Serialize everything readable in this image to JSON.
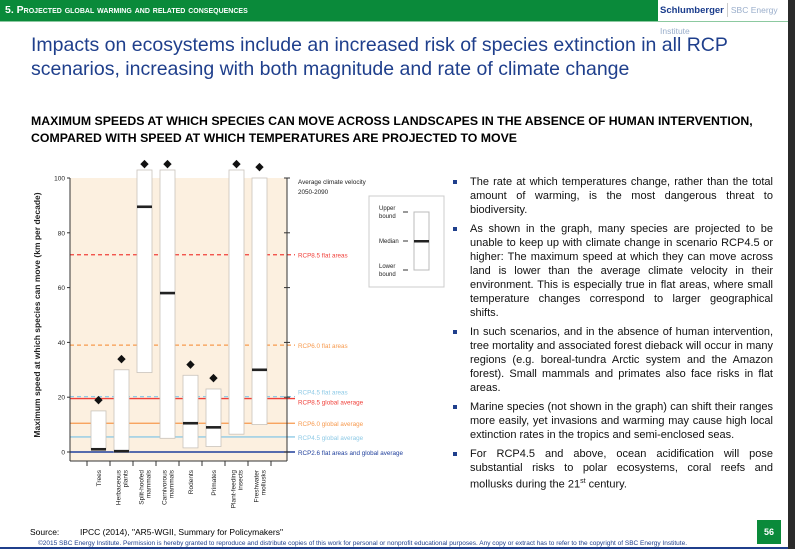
{
  "header": {
    "section": "5. Projected global warming and related consequences",
    "logo_brand": "Schlumberger",
    "logo_institute": "SBC Energy Institute"
  },
  "title": "Impacts on ecosystems include an increased risk of species extinction in all RCP scenarios, increasing with both magnitude and rate of climate change",
  "subtitle": "MAXIMUM SPEEDS AT WHICH SPECIES CAN MOVE ACROSS LANDSCAPES IN THE ABSENCE OF HUMAN INTERVENTION, COMPARED WITH SPEED AT WHICH TEMPERATURES ARE PROJECTED TO MOVE",
  "bullets": [
    "The rate at which temperatures change, rather than the total amount of warming, is the most dangerous threat to biodiversity.",
    "As shown in the graph, many species are projected to be unable to keep up with climate change in scenario RCP4.5 or higher: The maximum speed at which they can move across land is lower than the average climate velocity in their environment. This is especially true in flat areas, where small temperature changes correspond to larger geographical shifts.",
    "In such scenarios, and in the absence of human intervention, tree mortality and associated forest dieback will occur in many regions (e.g. boreal-tundra Arctic system and the Amazon forest). Small mammals and primates also face risks in flat areas.",
    "Marine species (not shown in the graph) can shift their ranges more easily, yet invasions and warming may cause high local extinction rates in the tropics and semi-enclosed seas.",
    "For RCP4.5 and above, ocean acidification will pose substantial risks to polar ecosystems, coral reefs and mollusks during the 21",
    "st",
    " century."
  ],
  "footer": {
    "source_label": "Source:",
    "source_text": "IPCC (2014), \"AR5-WGII, Summary for Policymakers\"",
    "copyright": "©2015 SBC Energy Institute. Permission is hereby granted to reproduce and distribute copies of this work for personal or nonprofit educational purposes. Any copy or extract has to refer to the copyright of SBC Energy Institute.",
    "page_number": "56"
  },
  "chart_data": {
    "type": "range-bar",
    "ylabel": "Maximum speed at which species can move (km per decade)",
    "ylim": [
      0,
      100
    ],
    "yticks": [
      0,
      20,
      40,
      60,
      80,
      100
    ],
    "right_axis_title": [
      "Average climate velocity",
      "2050-2090"
    ],
    "categories": [
      {
        "label": [
          "Trees"
        ],
        "lower": 1,
        "upper": 15,
        "median": 1,
        "icon": "tree-icon"
      },
      {
        "label": [
          "Herbaceous",
          "plants"
        ],
        "lower": 0,
        "upper": 30,
        "median": 0.3,
        "icon": "plant-icon"
      },
      {
        "label": [
          "Split-hoofed",
          "mammals"
        ],
        "lower": 29,
        "upper": 102,
        "median": 89.5,
        "icon": "moose-icon"
      },
      {
        "label": [
          "Carnivorous",
          "mammals"
        ],
        "lower": 5,
        "upper": 102,
        "median": 58,
        "icon": "wolf-icon"
      },
      {
        "label": [
          "Rodents"
        ],
        "lower": 1.5,
        "upper": 28,
        "median": 10.5,
        "icon": "squirrel-icon"
      },
      {
        "label": [
          "Primates"
        ],
        "lower": 2,
        "upper": 23,
        "median": 9,
        "icon": "monkey-icon"
      },
      {
        "label": [
          "Plant-feeding",
          "insects"
        ],
        "lower": 6.5,
        "upper": 102,
        "median": null,
        "icon": "butterfly-icon"
      },
      {
        "label": [
          "Freshwater",
          "mollusks"
        ],
        "lower": 10,
        "upper": 100,
        "median": 30,
        "icon": "mollusk-icon"
      }
    ],
    "reference_lines": [
      {
        "label": "RCP8.5 flat areas",
        "value": 72,
        "style": "dashed",
        "color": "#f0403a"
      },
      {
        "label": "RCP6.0 flat areas",
        "value": 39,
        "style": "dashed",
        "color": "#f79a4e"
      },
      {
        "label": "RCP4.5 flat areas",
        "value": 20.2,
        "style": "dashed",
        "color": "#8ecae6"
      },
      {
        "label": "RCP8.5 global average",
        "value": 19.5,
        "style": "solid",
        "color": "#f0403a"
      },
      {
        "label": "RCP6.0 global average",
        "value": 10.5,
        "style": "solid",
        "color": "#f79a4e"
      },
      {
        "label": "RCP4.5 global average",
        "value": 5.5,
        "style": "solid",
        "color": "#8ecae6"
      },
      {
        "label": "RCP2.6  flat areas and global average",
        "value": 0,
        "style": "solid",
        "color": "#1f3f9c"
      }
    ],
    "legend": {
      "upper": [
        "Upper",
        "bound"
      ],
      "median": "Median",
      "lower": [
        "Lower",
        "bound"
      ]
    },
    "colors": {
      "background": "#fcf0e0",
      "bar": "#ffffff",
      "median": "#222222"
    }
  }
}
